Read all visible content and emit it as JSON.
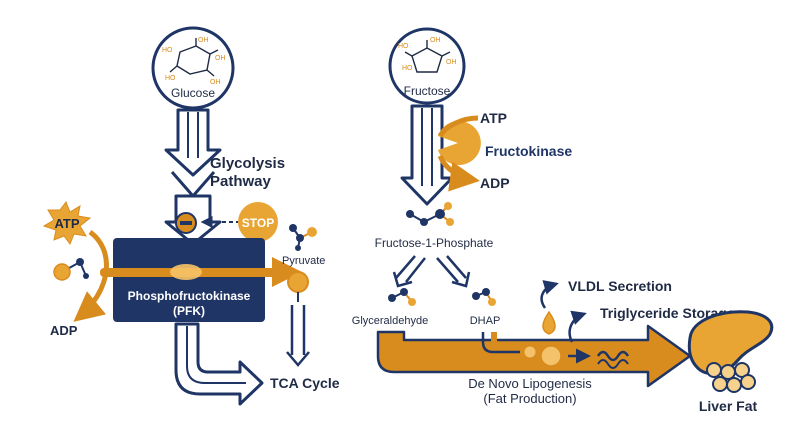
{
  "colors": {
    "navy": "#1f3566",
    "orange": "#d98c1e",
    "gold": "#e8a534",
    "text": "#1f2a44",
    "white": "#ffffff"
  },
  "left": {
    "glucose_label": "Glucose",
    "pathway_line1": "Glycolysis",
    "pathway_line2": "Pathway",
    "atp_label": "ATP",
    "adp_label": "ADP",
    "stop_label": "STOP",
    "enzyme_line1": "Phosphofructokinase",
    "enzyme_line2": "(PFK)",
    "pyruvate_label": "Pyruvate",
    "tca_label": "TCA Cycle"
  },
  "right": {
    "fructose_label": "Fructose",
    "atp_label": "ATP",
    "enzyme_label": "Fructokinase",
    "adp_label": "ADP",
    "f1p_label": "Fructose-1-Phosphate",
    "glyceraldehyde_label": "Glyceraldehyde",
    "dhap_label": "DHAP",
    "vldl_label": "VLDL Secretion",
    "tg_label": "Triglyceride Storage",
    "dnl_line1": "De Novo Lipogenesis",
    "dnl_line2": "(Fat Production)",
    "liver_label": "Liver Fat"
  },
  "icons": [
    "glucose-ring-icon",
    "fructose-ring-icon",
    "atp-burst-icon",
    "stop-sign-icon",
    "liver-icon",
    "fat-droplet-icon",
    "molecule-icon"
  ]
}
